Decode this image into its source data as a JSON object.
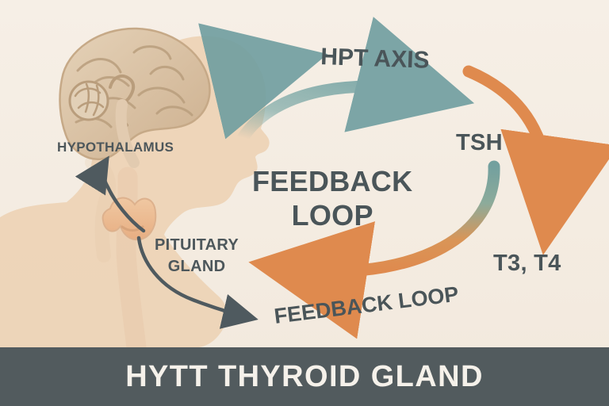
{
  "diagram": {
    "labels": {
      "hpt_axis": "HPT AXIS",
      "hypothalamus": "HYPOTHALAMUS",
      "pituitary_line_1": "PITUITARY",
      "pituitary_line_2": "GLAND",
      "tsh": "TSH",
      "t3_t4": "T3, T4",
      "feedback_center_line_1": "FEEDBACK",
      "feedback_center_line_2": "LOOP",
      "feedback_bottom": "FEEDBACK LOOP"
    },
    "colors": {
      "background": "#f4ede3",
      "silhouette": "#edd2b5",
      "brain": "#dcc6ab",
      "teal_arrow": "#6f9ea0",
      "orange_arrow": "#df8a4e",
      "dark_arrow": "#4f5a5f",
      "footer": "#525b5e",
      "footer_text": "#f5f1ea"
    },
    "icons": [
      "human-profile-icon",
      "brain-icon",
      "thyroid-icon"
    ]
  },
  "footer": {
    "title": "HYTT THYROID GLAND"
  }
}
